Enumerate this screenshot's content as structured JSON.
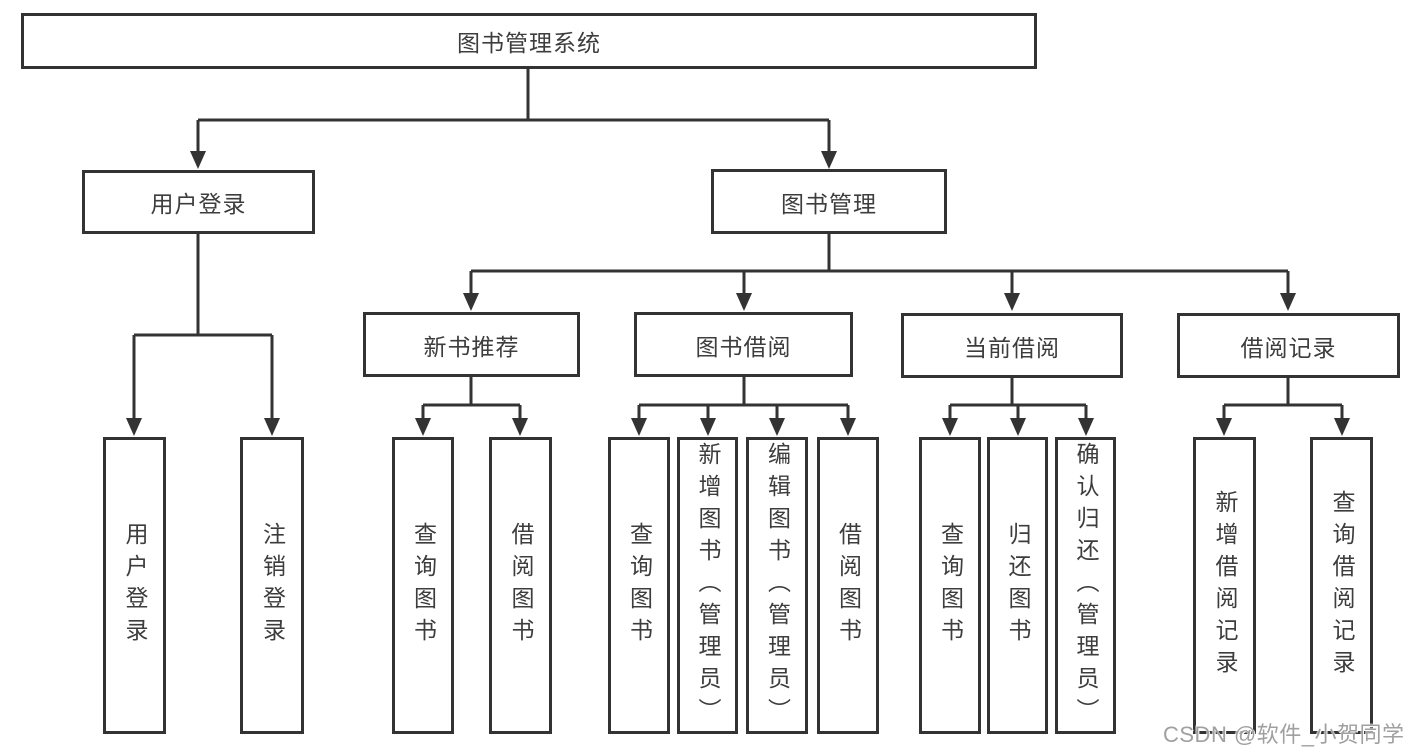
{
  "title": "图书管理系统",
  "tree": {
    "label": "图书管理系统",
    "children": [
      {
        "label": "用户登录",
        "children": [
          {
            "label": "用户登录"
          },
          {
            "label": "注销登录"
          }
        ]
      },
      {
        "label": "图书管理",
        "children": [
          {
            "label": "新书推荐",
            "children": [
              {
                "label": "查询图书"
              },
              {
                "label": "借阅图书"
              }
            ]
          },
          {
            "label": "图书借阅",
            "children": [
              {
                "label": "查询图书"
              },
              {
                "label": "新增图书（管理员）"
              },
              {
                "label": "编辑图书（管理员）"
              },
              {
                "label": "借阅图书"
              }
            ]
          },
          {
            "label": "当前借阅",
            "children": [
              {
                "label": "查询图书"
              },
              {
                "label": "归还图书"
              },
              {
                "label": "确认归还（管理员）"
              }
            ]
          },
          {
            "label": "借阅记录",
            "children": [
              {
                "label": "新增借阅记录"
              },
              {
                "label": "查询借阅记录"
              }
            ]
          }
        ]
      }
    ]
  },
  "watermark": {
    "text": "CSDN @软件_小贺同学"
  },
  "colors": {
    "line": "#333333",
    "box_border": "#333333",
    "box_fill": "#ffffff",
    "text": "#3d3d3d",
    "watermark": "#a0a0a0",
    "background": "#ffffff"
  }
}
